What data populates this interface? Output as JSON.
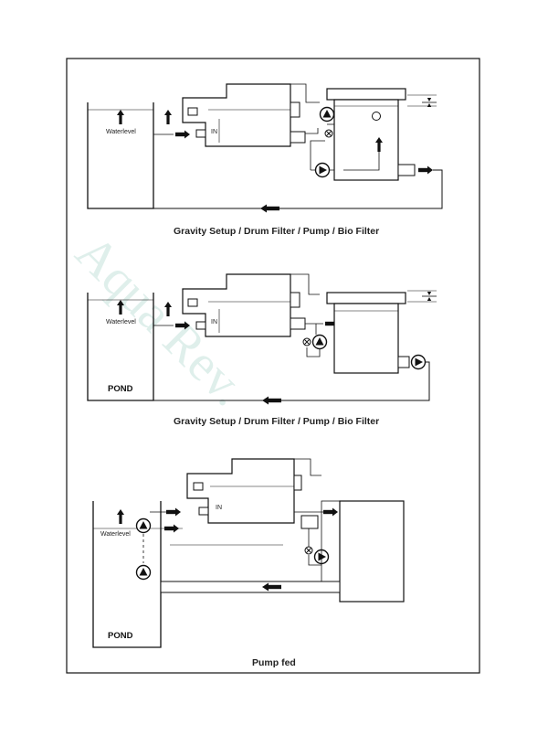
{
  "watermark": "Aqua Rev.",
  "panels": [
    {
      "caption": "Gravity Setup / Drum Filter / Pump / Bio Filter",
      "waterlevel": "Waterlevel",
      "inlet": "IN",
      "pond": ""
    },
    {
      "caption": "Gravity Setup / Drum Filter / Pump / Bio Filter",
      "waterlevel": "Waterlevel",
      "inlet": "IN",
      "pond": "POND"
    },
    {
      "caption": "Pump fed",
      "waterlevel": "Waterlevel",
      "inlet": "IN",
      "pond": "POND"
    }
  ],
  "icons": {
    "pump": "pump-icon",
    "valve": "valve-icon",
    "flow_arrow": "flow-arrow-icon",
    "level_marker": "level-marker-icon"
  }
}
